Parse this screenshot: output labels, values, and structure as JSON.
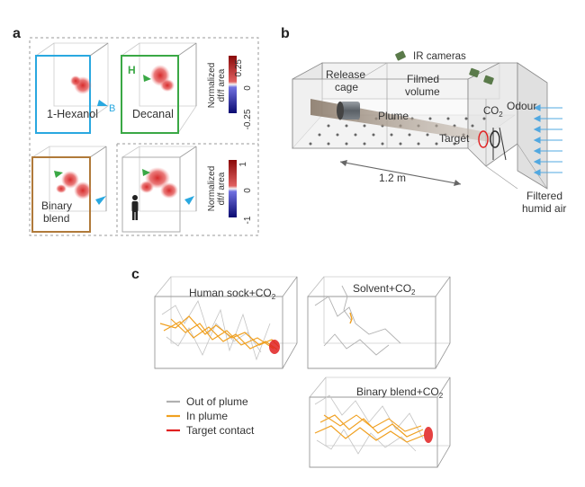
{
  "panel_a": {
    "letter": "a",
    "odor_1": "1-Hexanol",
    "odor_2": "Decanal",
    "odor_3": "Binary",
    "odor_3b": "blend",
    "marker_b": "B",
    "marker_h": "H",
    "scale_label_1": "Normalized",
    "scale_label_2": "df/f area",
    "scale_top": {
      "max": "0.25",
      "mid": "0",
      "min": "-0.25"
    },
    "scale_bottom": {
      "max": "1",
      "mid": "0",
      "min": "-1"
    }
  },
  "panel_b": {
    "letter": "b",
    "ir_cameras": "IR cameras",
    "release_1": "Release",
    "release_2": "cage",
    "filmed_1": "Filmed",
    "filmed_2": "volume",
    "plume": "Plume",
    "co2_base": "CO",
    "co2_sub": "2",
    "odour": "Odour",
    "target": "Target",
    "distance": "1.2 m",
    "air_1": "Filtered",
    "air_2": "humid air"
  },
  "panel_c": {
    "letter": "c",
    "tr1_base": "Human sock+CO",
    "tr1_sub": "2",
    "tr2_base": "Solvent+CO",
    "tr2_sub": "2",
    "tr3_base": "Binary blend+CO",
    "tr3_sub": "2",
    "legend": [
      {
        "label": "Out of plume",
        "color": "#b0b0b0"
      },
      {
        "label": "In plume",
        "color": "#f0a020"
      },
      {
        "label": "Target contact",
        "color": "#e02020"
      }
    ]
  },
  "colors": {
    "blue_box": "#29a8e0",
    "green_box": "#3aa845",
    "brown_box": "#b07a3a",
    "red_blob": "#d23232",
    "cbar_top": "#a01010",
    "cbar_bottom": "#101080"
  }
}
